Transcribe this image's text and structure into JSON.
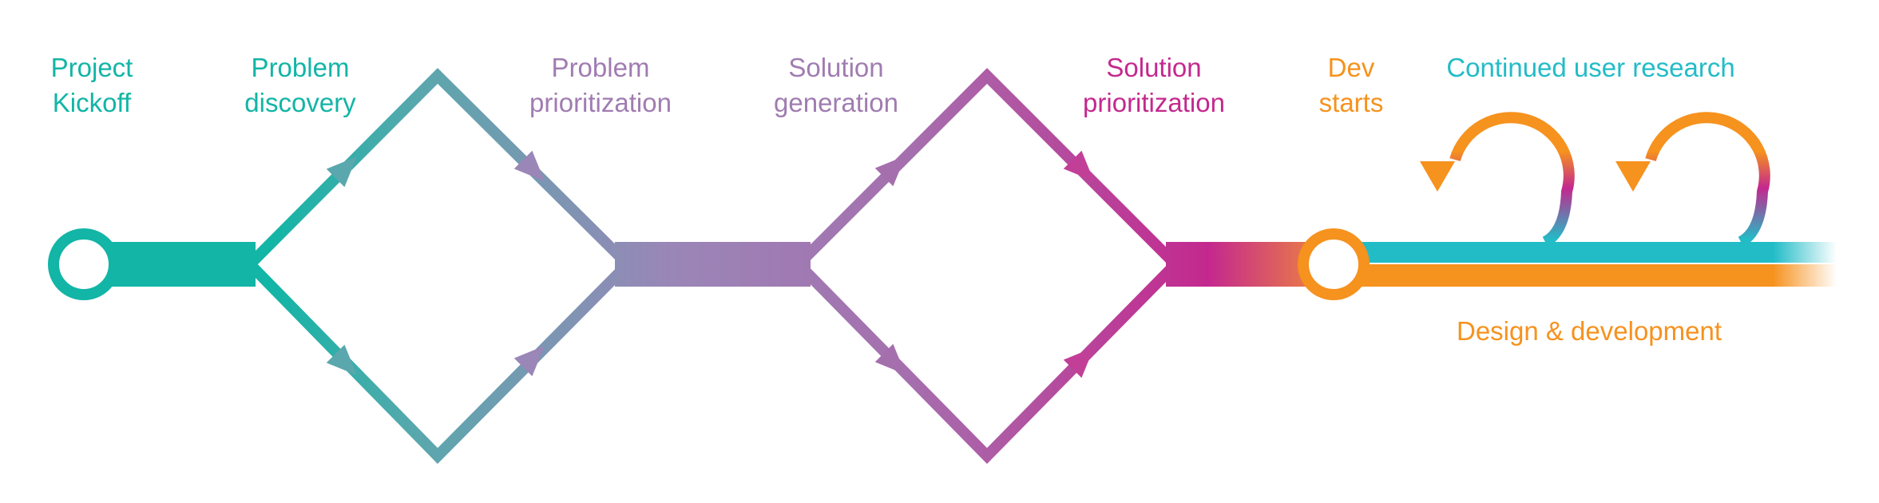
{
  "colors": {
    "teal": "#12b5a6",
    "slate": "#7f8aab",
    "lavender": "#a07cb1",
    "purple": "#a968ac",
    "magenta": "#c4288e",
    "orange": "#f6921e",
    "cyan": "#22bcc7"
  },
  "stages": [
    {
      "line1": "Project",
      "line2": "Kickoff",
      "color": "#12b5a6"
    },
    {
      "line1": "Problem",
      "line2": "discovery",
      "color": "#12b5a6"
    },
    {
      "line1": "Problem",
      "line2": "prioritization",
      "color": "#a07cb1"
    },
    {
      "line1": "Solution",
      "line2": "generation",
      "color": "#a07cb1"
    },
    {
      "line1": "Solution",
      "line2": "prioritization",
      "color": "#c4288e"
    },
    {
      "line1": "Dev",
      "line2": "starts",
      "color": "#f6921e"
    }
  ],
  "tracks": {
    "research_label": "Continued user research",
    "development_label": "Design & development"
  }
}
